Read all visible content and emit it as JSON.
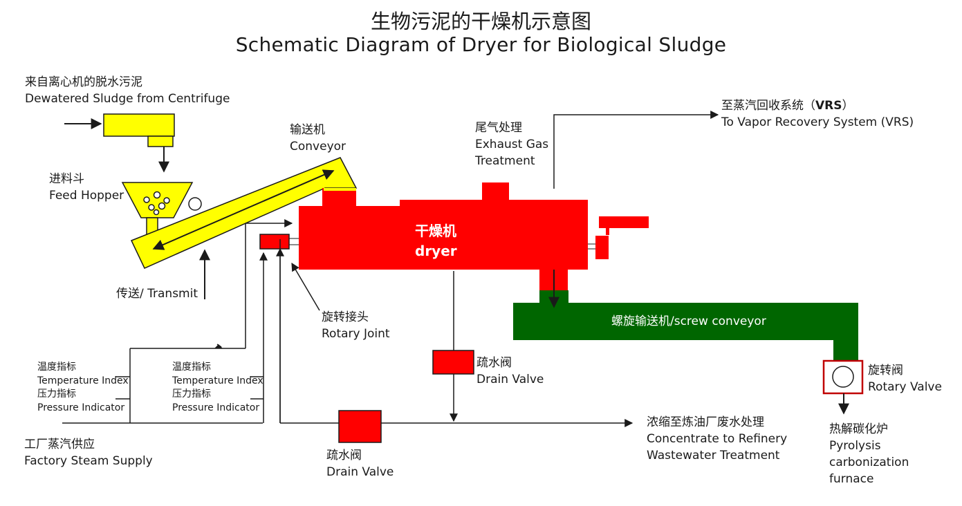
{
  "title": {
    "zh": "生物污泥的干燥机示意图",
    "en": "Schematic Diagram of Dryer for Biological Sludge"
  },
  "labels": {
    "dewatered_sludge": {
      "zh": "来自离心机的脱水污泥",
      "en": "Dewatered Sludge from Centrifuge"
    },
    "conveyor": {
      "zh": "输送机",
      "en": "Conveyor"
    },
    "exhaust_gas": {
      "zh": "尾气处理",
      "en1": "Exhaust Gas",
      "en2": "Treatment"
    },
    "vrs": {
      "zh": "至蒸汽回收系统（",
      "zh_bold": "VRS",
      "zh_end": "）",
      "en": "To Vapor Recovery System (VRS)"
    },
    "feed_hopper": {
      "zh": "进料斗",
      "en": "Feed Hopper"
    },
    "dryer": {
      "zh": "干燥机",
      "en": "dryer"
    },
    "screw_conveyor": "螺旋输送机/screw conveyor",
    "transmit": "传送/ Transmit",
    "rotary_joint": {
      "zh": "旋转接头",
      "en": "Rotary Joint"
    },
    "drain_valve_upper": {
      "zh": "疏水阀",
      "en": "Drain Valve"
    },
    "drain_valve_lower": {
      "zh": "疏水阀",
      "en": "Drain Valve"
    },
    "rotary_valve": {
      "zh": "旋转阀",
      "en": "Rotary Valve"
    },
    "indicator_left": {
      "temp_zh": "温度指标",
      "temp_en": "Temperature Index",
      "press_zh": "压力指标",
      "press_en": "Pressure Indicator"
    },
    "indicator_right": {
      "temp_zh": "温度指标",
      "temp_en": "Temperature Index",
      "press_zh": "压力指标",
      "press_en": "Pressure Indicator"
    },
    "steam_supply": {
      "zh": "工厂蒸汽供应",
      "en": "Factory Steam Supply"
    },
    "wastewater": {
      "zh": "浓缩至炼油厂废水处理",
      "en1": "Concentrate to Refinery",
      "en2": "Wastewater Treatment"
    },
    "pyrolysis": {
      "zh": "热解碳化炉",
      "en1": "Pyrolysis",
      "en2": "carbonization",
      "en3": "furnace"
    }
  },
  "colors": {
    "dryer_red": "#ff0000",
    "hopper_yellow": "#ffff00",
    "screw_green": "#006600",
    "line": "#1a1a1a"
  }
}
